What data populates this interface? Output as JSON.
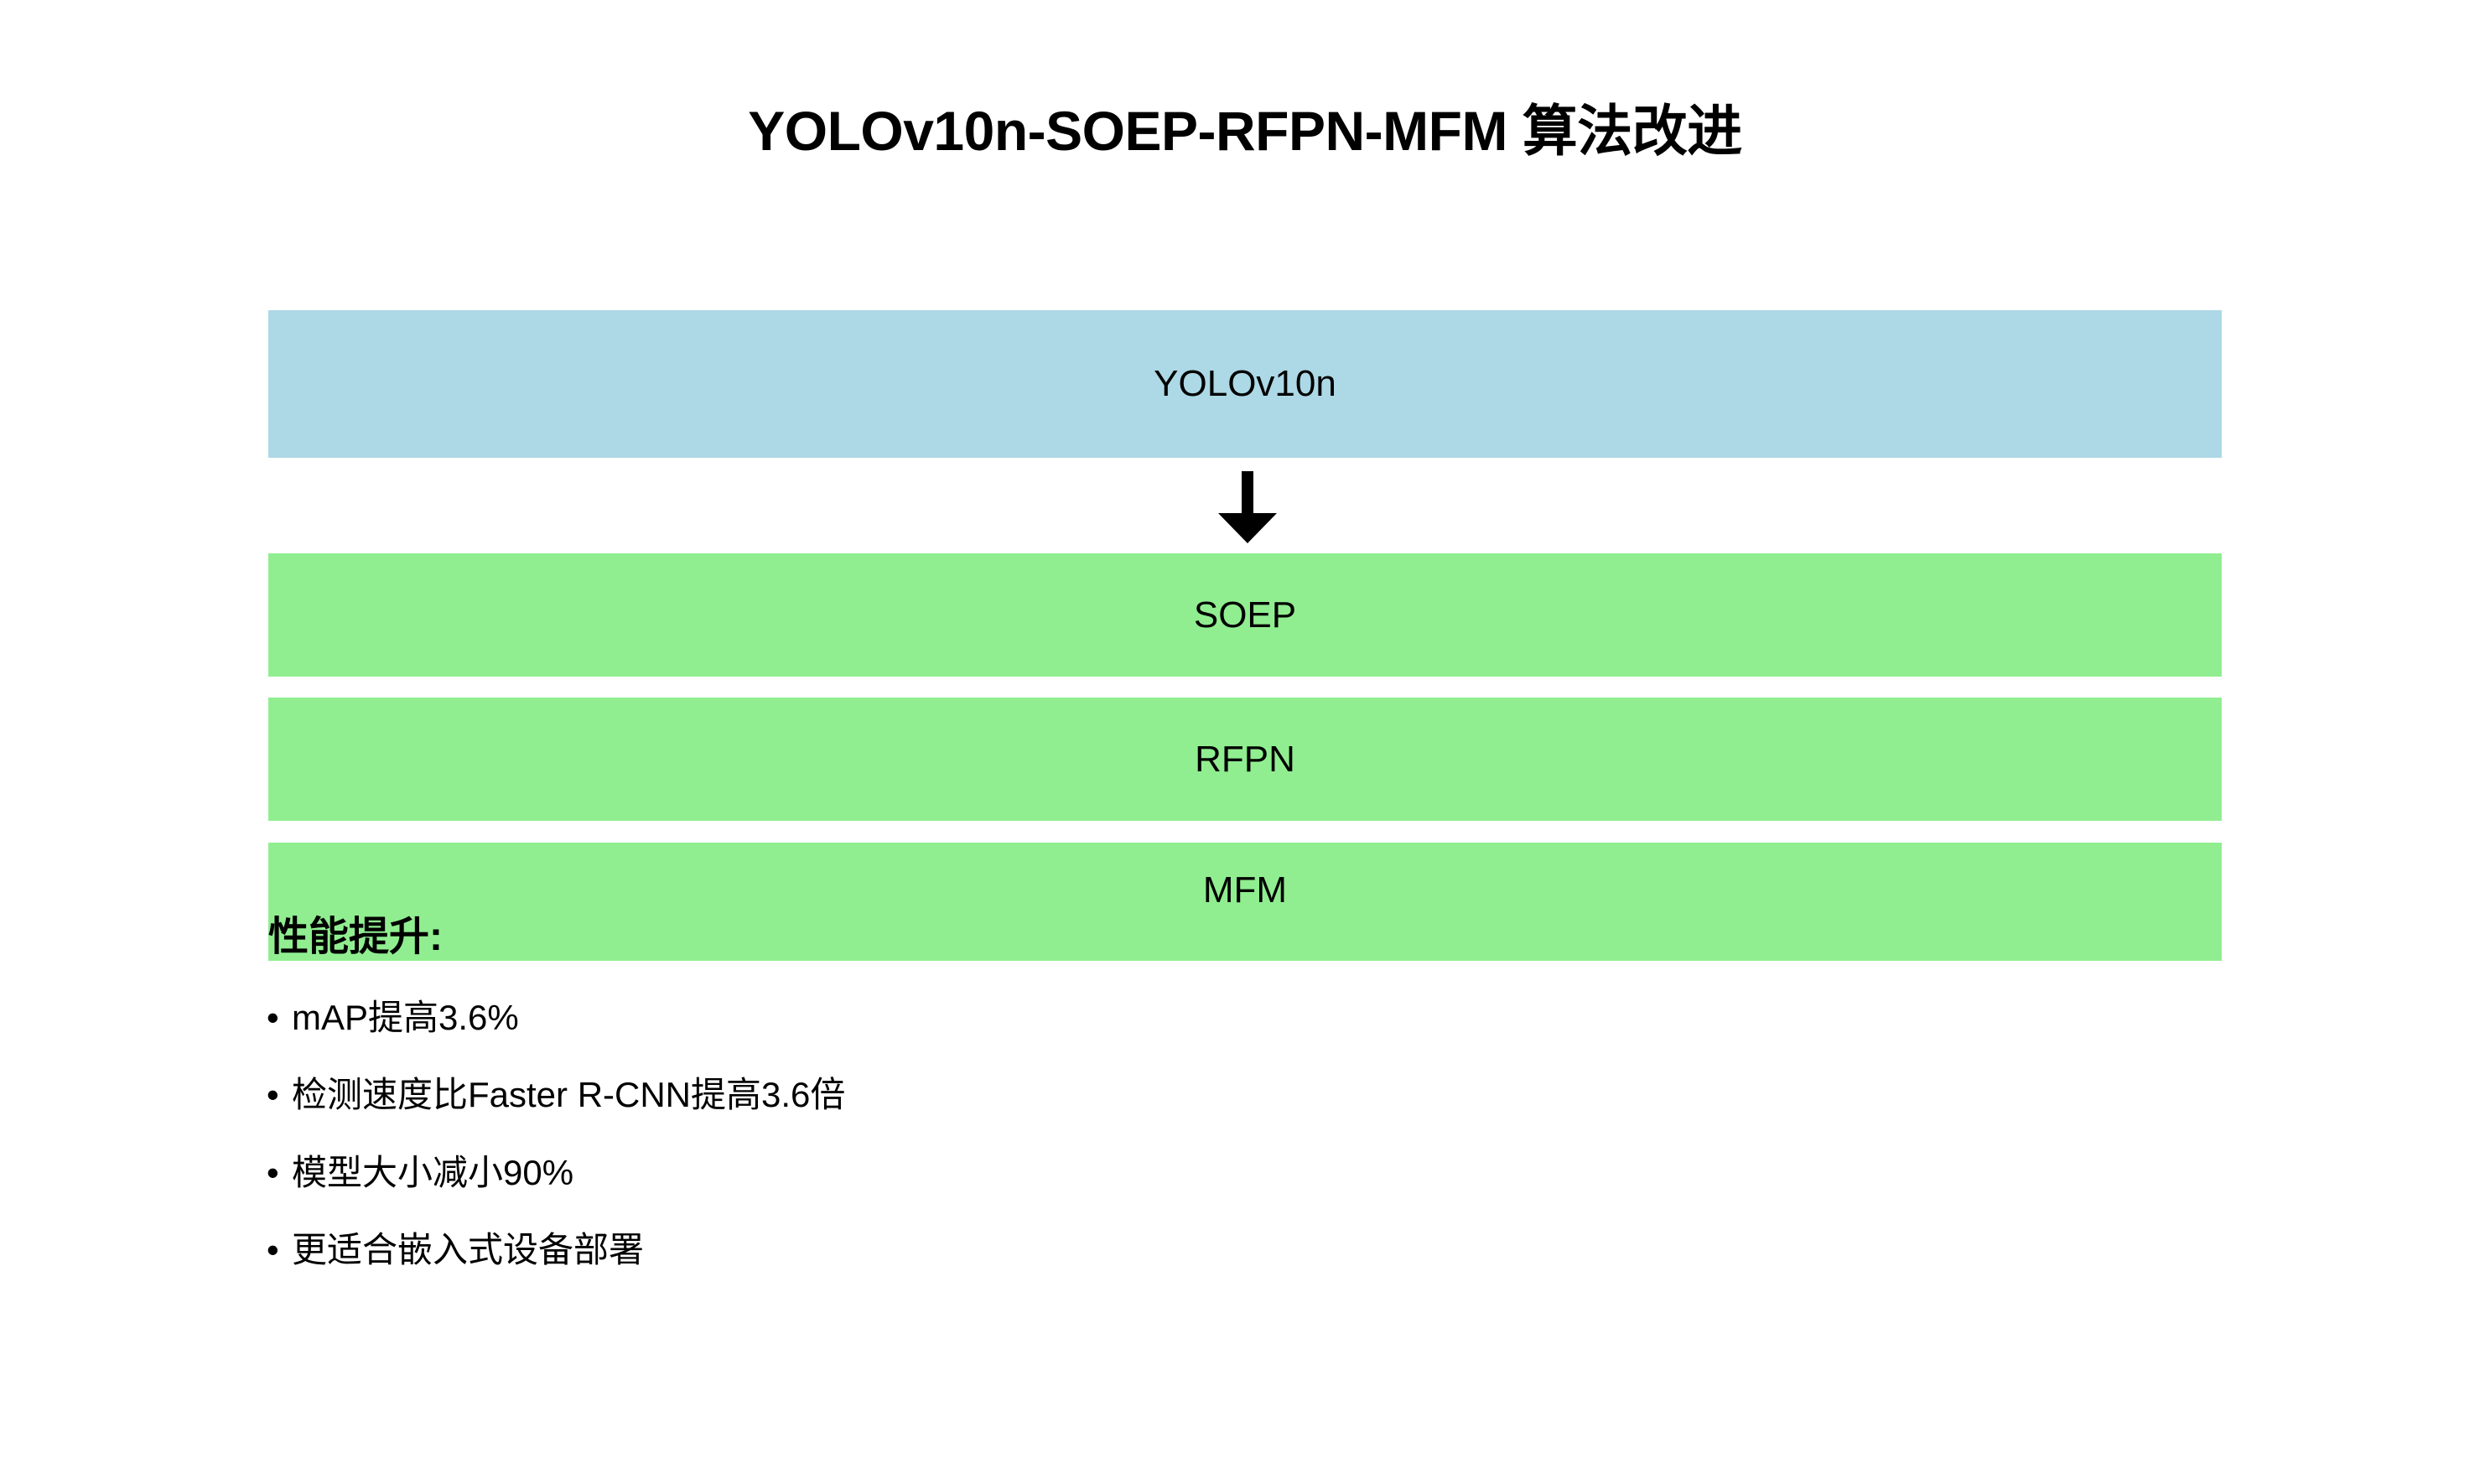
{
  "slide": {
    "title": "YOLOv10n-SOEP-RFPN-MFM 算法改进",
    "background_color": "#ffffff"
  },
  "pipeline": {
    "base": {
      "label": "YOLOv10n",
      "color": "#add8e6"
    },
    "arrow_icon": "arrow-down-icon",
    "stages": [
      {
        "label": "SOEP",
        "color": "#90ee90"
      },
      {
        "label": "RFPN",
        "color": "#90ee90"
      },
      {
        "label": "MFM",
        "color": "#90ee90"
      }
    ]
  },
  "performance": {
    "heading": "性能提升:",
    "bullet_glyph": "•",
    "items": [
      {
        "text": "mAP提高3.6%"
      },
      {
        "text": "检测速度比Faster R-CNN提高3.6倍"
      },
      {
        "text": "模型大小减小90%"
      },
      {
        "text": "更适合嵌入式设备部署"
      }
    ]
  }
}
